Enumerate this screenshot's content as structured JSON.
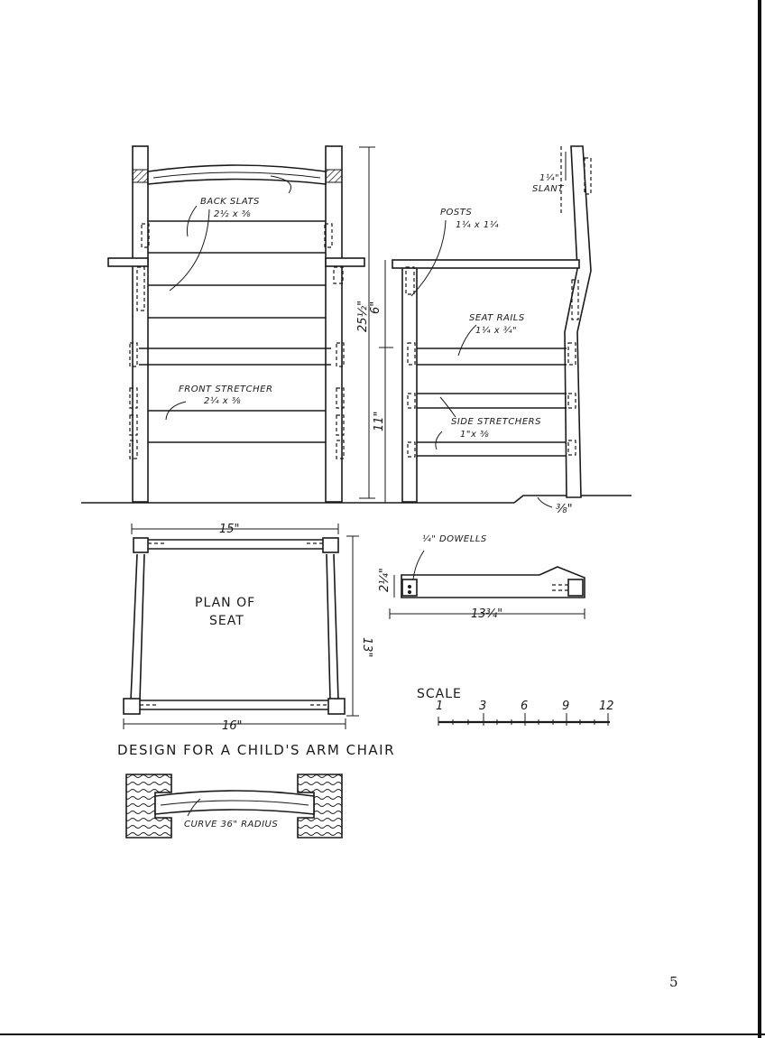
{
  "labels": {
    "back_slats": "BACK SLATS",
    "back_slats_size": "2½ x ⅜",
    "posts": "POSTS",
    "posts_size": "1¼ x 1¼",
    "slant": "1¼\"",
    "slant_word": "SLANT",
    "seat_rails": "SEAT RAILS",
    "seat_rails_size": "1¼ x ¾\"",
    "front_stretcher": "FRONT STRETCHER",
    "front_stretcher_size": "2¼ x ⅜",
    "side_stretchers": "SIDE STRETCHERS",
    "side_stretchers_size": "1\"x ⅜",
    "height_upper": "25½\"",
    "height_upper_b": "6\"",
    "height_lower": "11\"",
    "floor_offset": "⅜\"",
    "plan_width": "15\"",
    "plan_depth": "13\"",
    "plan_back": "16\"",
    "plan_title_1": "PLAN OF",
    "plan_title_2": "SEAT",
    "dowels": "¼\" DOWELLS",
    "arm_width": "2¼\"",
    "arm_length": "13¾\"",
    "scale_title": "SCALE",
    "scale_ticks": [
      "1",
      "3",
      "6",
      "9",
      "12"
    ],
    "curve_note": "CURVE 36\" RADIUS"
  },
  "title": "DESIGN FOR A CHILD'S ARM CHAIR",
  "page_number": "5"
}
